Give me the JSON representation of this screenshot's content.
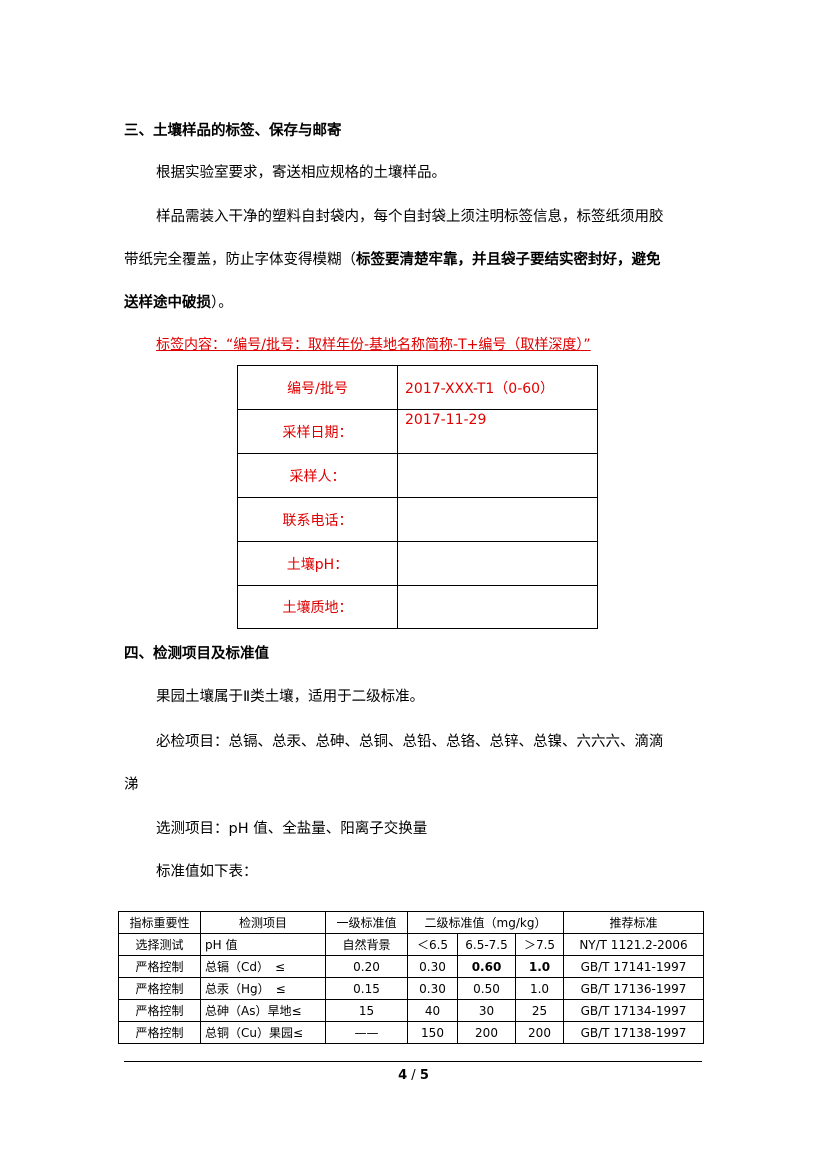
{
  "section3": {
    "heading": "三、土壤样品的标签、保存与邮寄",
    "para1": "根据实验室要求，寄送相应规格的土壤样品。",
    "para2_line1": "样品需装入干净的塑料自封袋内，每个自封袋上须注明标签信息，标签纸须用胶",
    "para2_line2_normal": "带纸完全覆盖，防止字体变得模糊（",
    "para2_line2_bold": "标签要清楚牢靠，并且袋子要结实密封好，避免",
    "para2_line3_bold": "送样途中破损",
    "para2_line3_normal": "）。",
    "label_content": "标签内容：“编号/批号：取样年份-基地名称简称-T+编号（取样深度）”"
  },
  "label_table": {
    "rows": [
      {
        "key": "编号/批号",
        "value": "2017-XXX-T1（0-60）"
      },
      {
        "key": "采样日期：",
        "value": "2017-11-29"
      },
      {
        "key": "采样人：",
        "value": ""
      },
      {
        "key": "联系电话：",
        "value": ""
      },
      {
        "key": "土壤pH：",
        "value": ""
      },
      {
        "key": "土壤质地：",
        "value": ""
      }
    ]
  },
  "section4": {
    "heading": "四、检测项目及标准值",
    "para1": "果园土壤属于Ⅱ类土壤，适用于二级标准。",
    "para2_line1": "必检项目：总镉、总汞、总砷、总铜、总铅、总铬、总锌、总镍、六六六、滴滴",
    "para2_line2": "涕",
    "para3": "选测项目：pH 值、全盐量、阳离子交换量",
    "para4": "标准值如下表："
  },
  "std_table": {
    "header": [
      "指标重要性",
      "检测项目",
      "一级标准值",
      "二级标准值（mg/kg）",
      "推荐标准"
    ],
    "rows": [
      [
        "选择测试",
        "pH 值",
        "自然背景",
        "＜6.5",
        "6.5-7.5",
        "＞7.5",
        "NY/T 1121.2-2006"
      ],
      [
        "严格控制",
        "总镉（Cd）　≤",
        "0.20",
        "0.30",
        "0.60",
        "1.0",
        "GB/T 17141-1997"
      ],
      [
        "严格控制",
        "总汞（Hg）　≤",
        "0.15",
        "0.30",
        "0.50",
        "1.0",
        "GB/T 17136-1997"
      ],
      [
        "严格控制",
        "总砷（As）旱地≤",
        "15",
        "40",
        "30",
        "25",
        "GB/T 17134-1997"
      ],
      [
        "严格控制",
        "总铜（Cu）果园≤",
        "——",
        "150",
        "200",
        "200",
        "GB/T 17138-1997"
      ]
    ]
  },
  "footer": {
    "page_current": "4",
    "page_sep": " / ",
    "page_total": "5"
  }
}
